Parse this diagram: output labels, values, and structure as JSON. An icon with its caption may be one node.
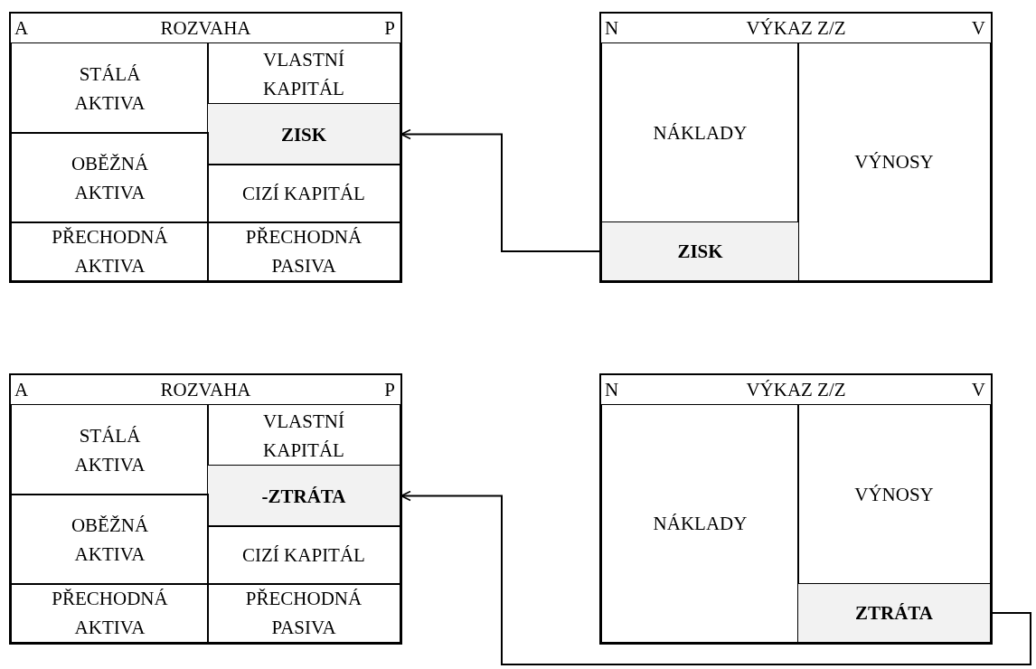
{
  "diagram": {
    "nodes": [
      {
        "text": [
          "A",
          "ROZVAHA",
          "P"
        ]
      },
      {
        "text": [
          "STÁLÁ AKTIVA"
        ],
        "in": 0
      },
      {
        "text": [
          "VLASTNÍ KAPITÁL"
        ],
        "in": 0
      },
      {
        "text": [
          "ZISK"
        ],
        "in": 0
      },
      {
        "text": [
          "OBĚŽNÁ AKTIVA"
        ],
        "in": 0
      },
      {
        "text": [
          "CIZÍ KAPITÁL"
        ],
        "in": 0
      },
      {
        "text": [
          "PŘECHODNÁ AKTIVA"
        ],
        "in": 0
      },
      {
        "text": [
          "PŘECHODNÁ PASIVA"
        ],
        "in": 0
      },
      {
        "text": [
          "N",
          "VÝKAZ Z/Z",
          "V"
        ]
      },
      {
        "text": [
          "NÁKLADY"
        ],
        "in": 8
      },
      {
        "text": [
          "VÝNOSY"
        ],
        "in": 8
      },
      {
        "text": [
          "ZISK"
        ],
        "in": 8
      },
      {
        "text": [
          "A",
          "ROZVAHA",
          "P"
        ]
      },
      {
        "text": [
          "STÁLÁ AKTIVA"
        ],
        "in": 12
      },
      {
        "text": [
          "VLASTNÍ KAPITÁL"
        ],
        "in": 12
      },
      {
        "text": [
          "-ZTRÁTA"
        ],
        "in": 12
      },
      {
        "text": [
          "OBĚŽNÁ AKTIVA"
        ],
        "in": 12
      },
      {
        "text": [
          "CIZÍ KAPITÁL"
        ],
        "in": 12
      },
      {
        "text": [
          "PŘECHODNÁ AKTIVA"
        ],
        "in": 12
      },
      {
        "text": [
          "PŘECHODNÁ PASIVA"
        ],
        "in": 12
      },
      {
        "text": [
          "N",
          "VÝKAZ Z/Z",
          "V"
        ]
      },
      {
        "text": [
          "NÁKLADY"
        ],
        "in": 20
      },
      {
        "text": [
          "VÝNOSY"
        ],
        "in": 20
      },
      {
        "text": [
          "ZTRÁTA"
        ],
        "in": 20
      }
    ],
    "edges": [
      {
        "from": 11,
        "to": 3,
        "arrow": "to"
      },
      {
        "from": 23,
        "to": 15,
        "arrow": "to"
      }
    ]
  }
}
